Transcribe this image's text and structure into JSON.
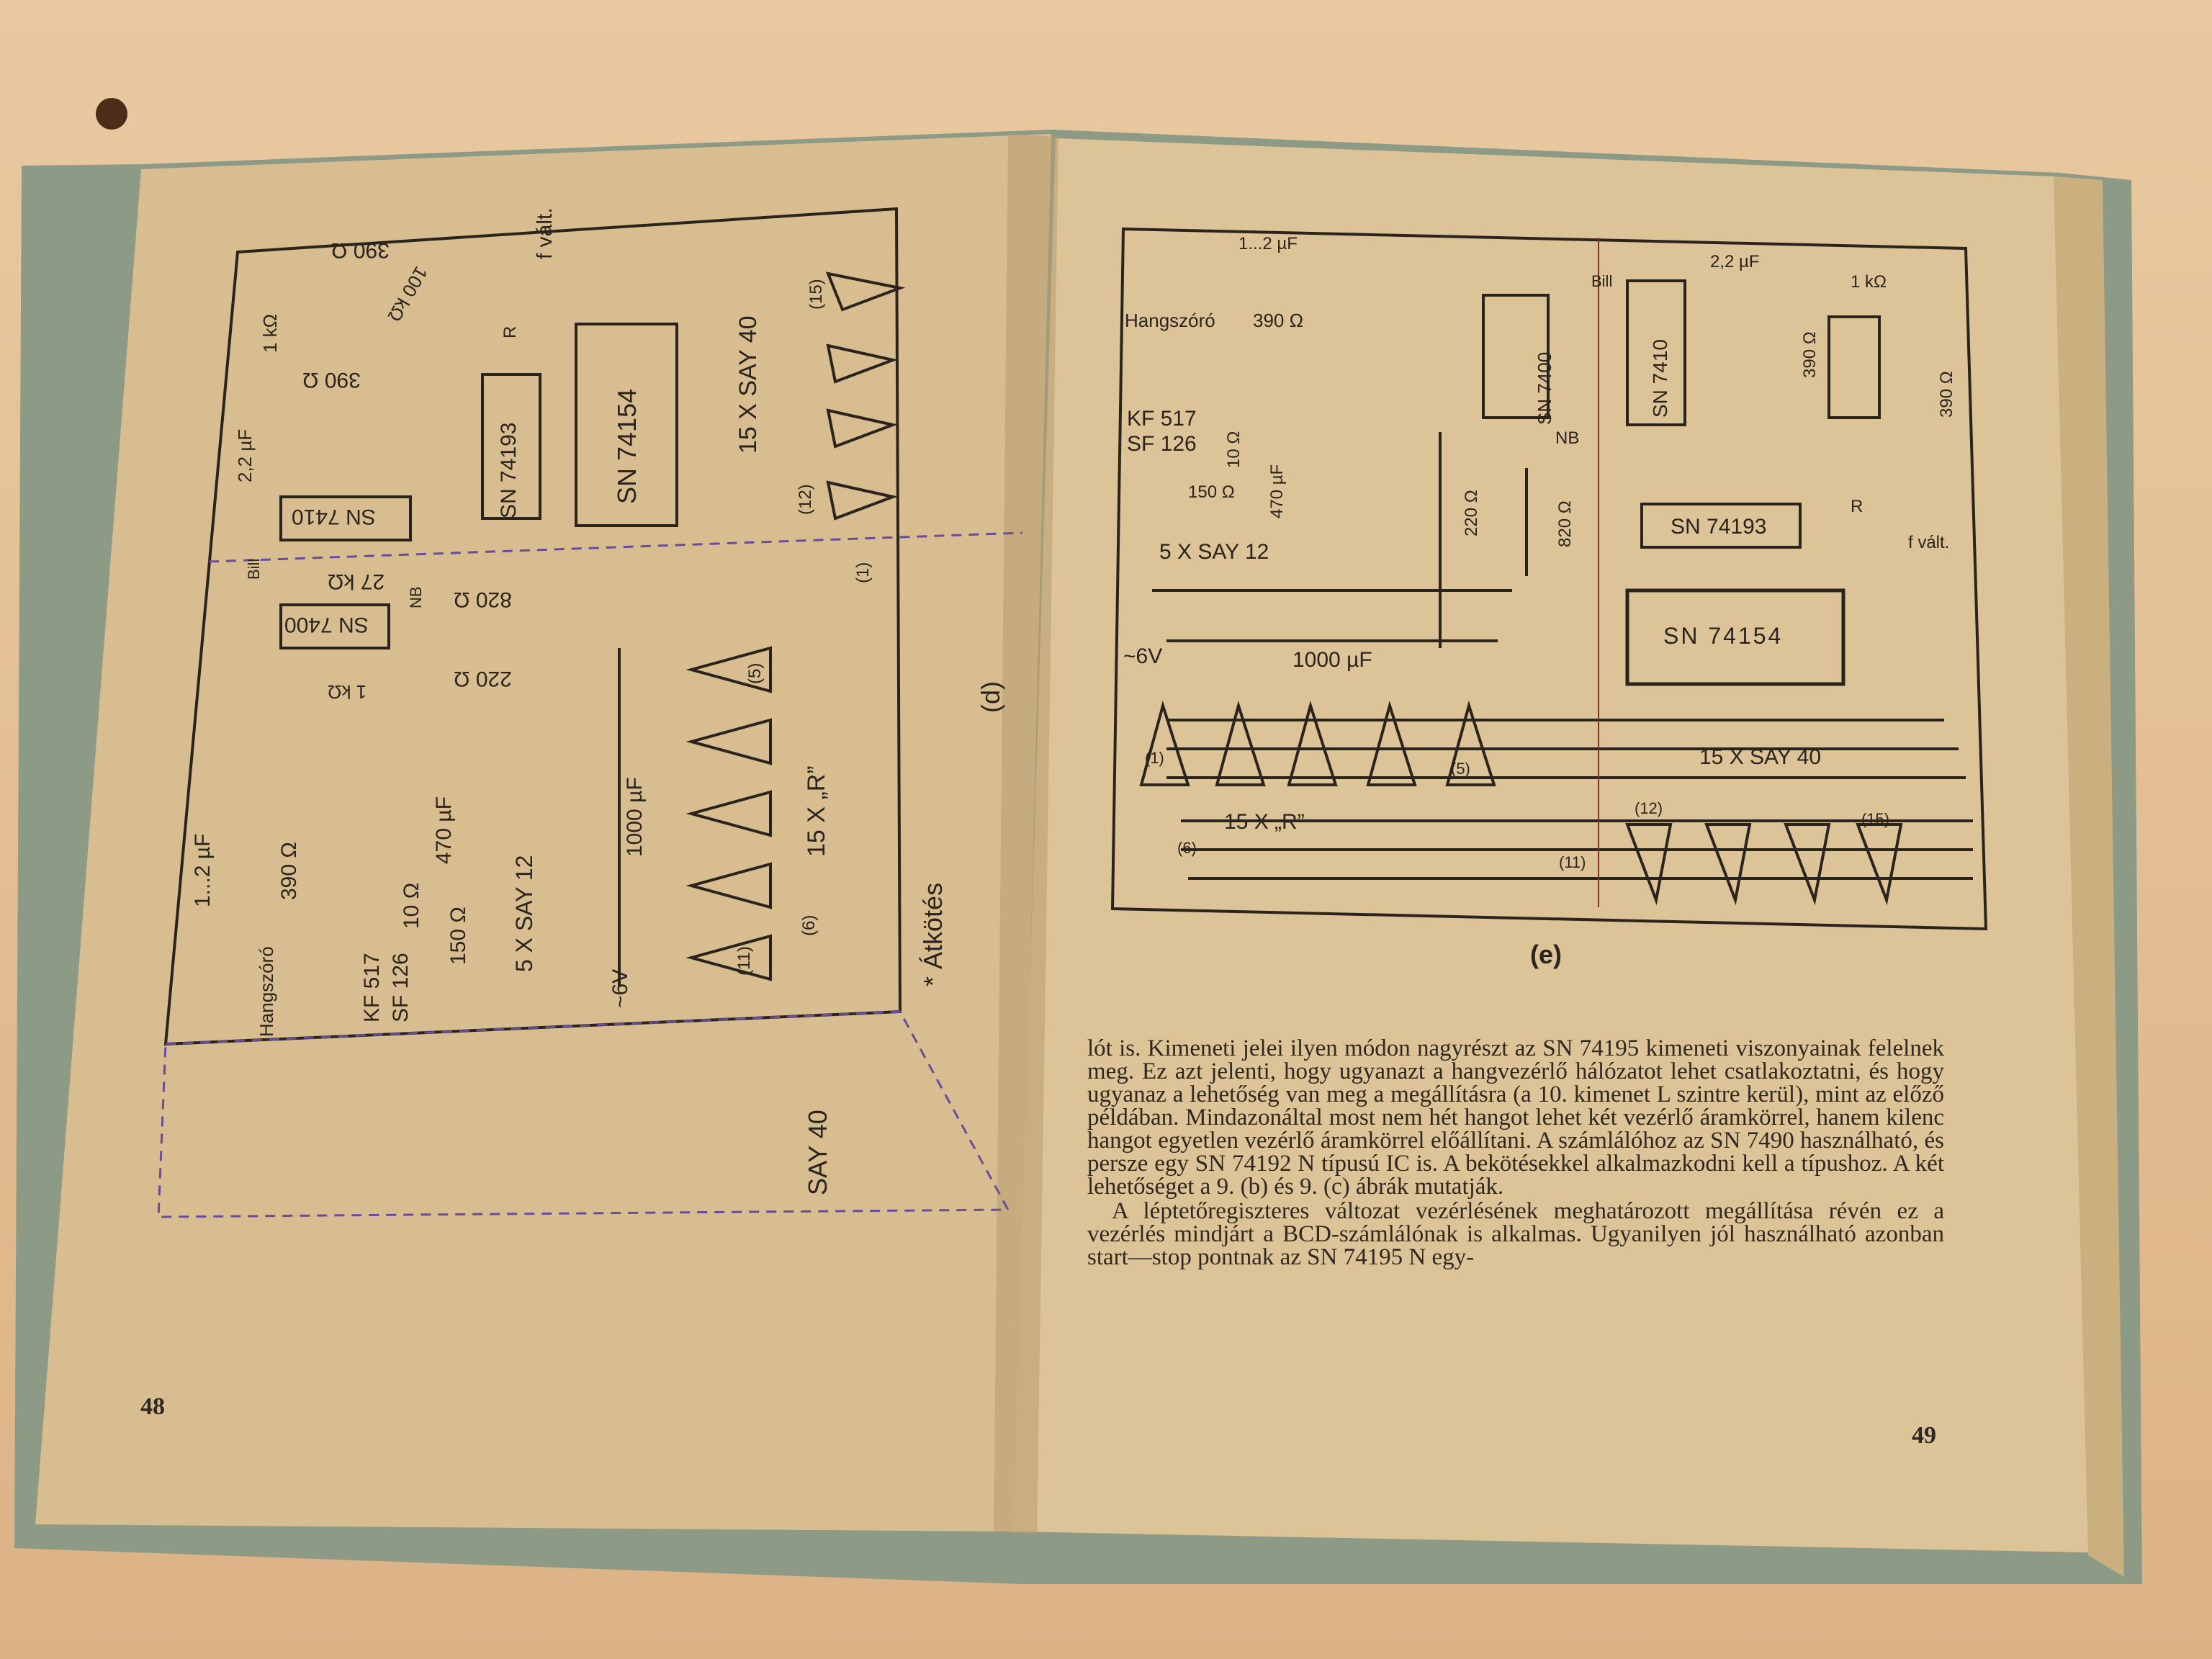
{
  "left_page": {
    "page_number": "48",
    "figure_label": "(d)",
    "footnote": "* Átkötés",
    "extra_label": "SAY 40",
    "diagram_labels": [
      "390 Ω",
      "1 kΩ",
      "390 Ω",
      "100 kΩ",
      "f vált.",
      "R",
      "SN 74193",
      "SN 74154",
      "15 X SAY 40",
      "(15)",
      "(12)",
      "2,2 µF",
      "SN 7410",
      "Bill",
      "27 kΩ",
      "SN 7400",
      "NB",
      "820 Ω",
      "220 Ω",
      "1 kΩ",
      "(1)",
      "(5)",
      "15 X „R”",
      "(6)",
      "(11)",
      "1000 µF",
      "~6V",
      "5 X SAY 12",
      "470 µF",
      "1...2 µF",
      "390 Ω",
      "10 Ω",
      "150 Ω",
      "KF 517",
      "SF 126",
      "Hangszóró"
    ]
  },
  "right_page": {
    "page_number": "49",
    "figure_label": "(e)",
    "diagram_labels": {
      "cap1": "1...2 µF",
      "speaker": "Hangszóró",
      "r390a": "390 Ω",
      "tr1": "KF 517",
      "tr2": "SF 126",
      "r10": "10 Ω",
      "r150": "150 Ω",
      "c470": "470 µF",
      "leds12": "5 X SAY 12",
      "supply": "~6V",
      "c1000": "1000 µF",
      "ic7400": "SN 7400",
      "nb": "NB",
      "bill": "Bill",
      "ic7410": "SN 7410",
      "c22": "2,2 µF",
      "r1k": "1 kΩ",
      "r390b": "390 Ω",
      "r390c": "390 Ω",
      "r220": "220 Ω",
      "r820": "820 Ω",
      "ic74193": "SN 74193",
      "ic74154": "SN 74154",
      "r": "R",
      "fvalt": "f vált.",
      "leds40": "15 X SAY 40",
      "res15": "15 X „R”",
      "n1": "(1)",
      "n5": "(5)",
      "n6": "(6)",
      "n11": "(11)",
      "n12": "(12)",
      "n15": "(15)"
    },
    "paragraphs": [
      "lót is. Kimeneti jelei ilyen módon nagyrészt az SN 74195 kimeneti viszonyainak felelnek meg. Ez azt jelenti, hogy ugyanazt a hangvezérlő hálózatot lehet csatlakoztatni, és hogy ugyanaz a lehetőség van meg a megállításra (a 10. kimenet L szintre kerül), mint az előző példában. Mindazonáltal most nem hét hangot lehet két vezérlő áramkörrel, hanem kilenc hangot egyetlen vezérlő áramkörrel előállítani. A számlálóhoz az SN 7490 használható, és persze egy SN 74192 N típusú IC is. A bekötésekkel alkalmazkodni kell a típushoz. A két lehetőséget a 9. (b) és 9. (c) ábrák mutatják.",
      "A léptetőregiszteres változat vezérlésének meghatározott megállítása révén ez a vezérlés mindjárt a BCD-számlálónak is alkalmas. Ugyanilyen jól használható azonban start—stop pontnak az SN 74195 N egy-"
    ]
  },
  "colors": {
    "paper": "#d9bf94",
    "wood": "#e6c59b",
    "ink": "#2a241c",
    "cover": "#8a9a88"
  }
}
